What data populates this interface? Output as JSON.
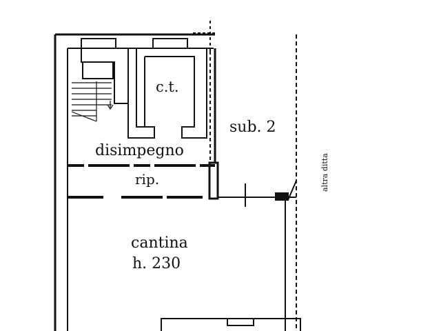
{
  "plan": {
    "rooms": {
      "ct": "c.t.",
      "sub": "sub. 2",
      "disimpegno": "disimpegno",
      "rip": "rip.",
      "cantina": "cantina",
      "height": "h. 230"
    },
    "neighbor": "altra ditta"
  },
  "colors": {
    "ink": "#111111",
    "paper": "#ffffff"
  }
}
